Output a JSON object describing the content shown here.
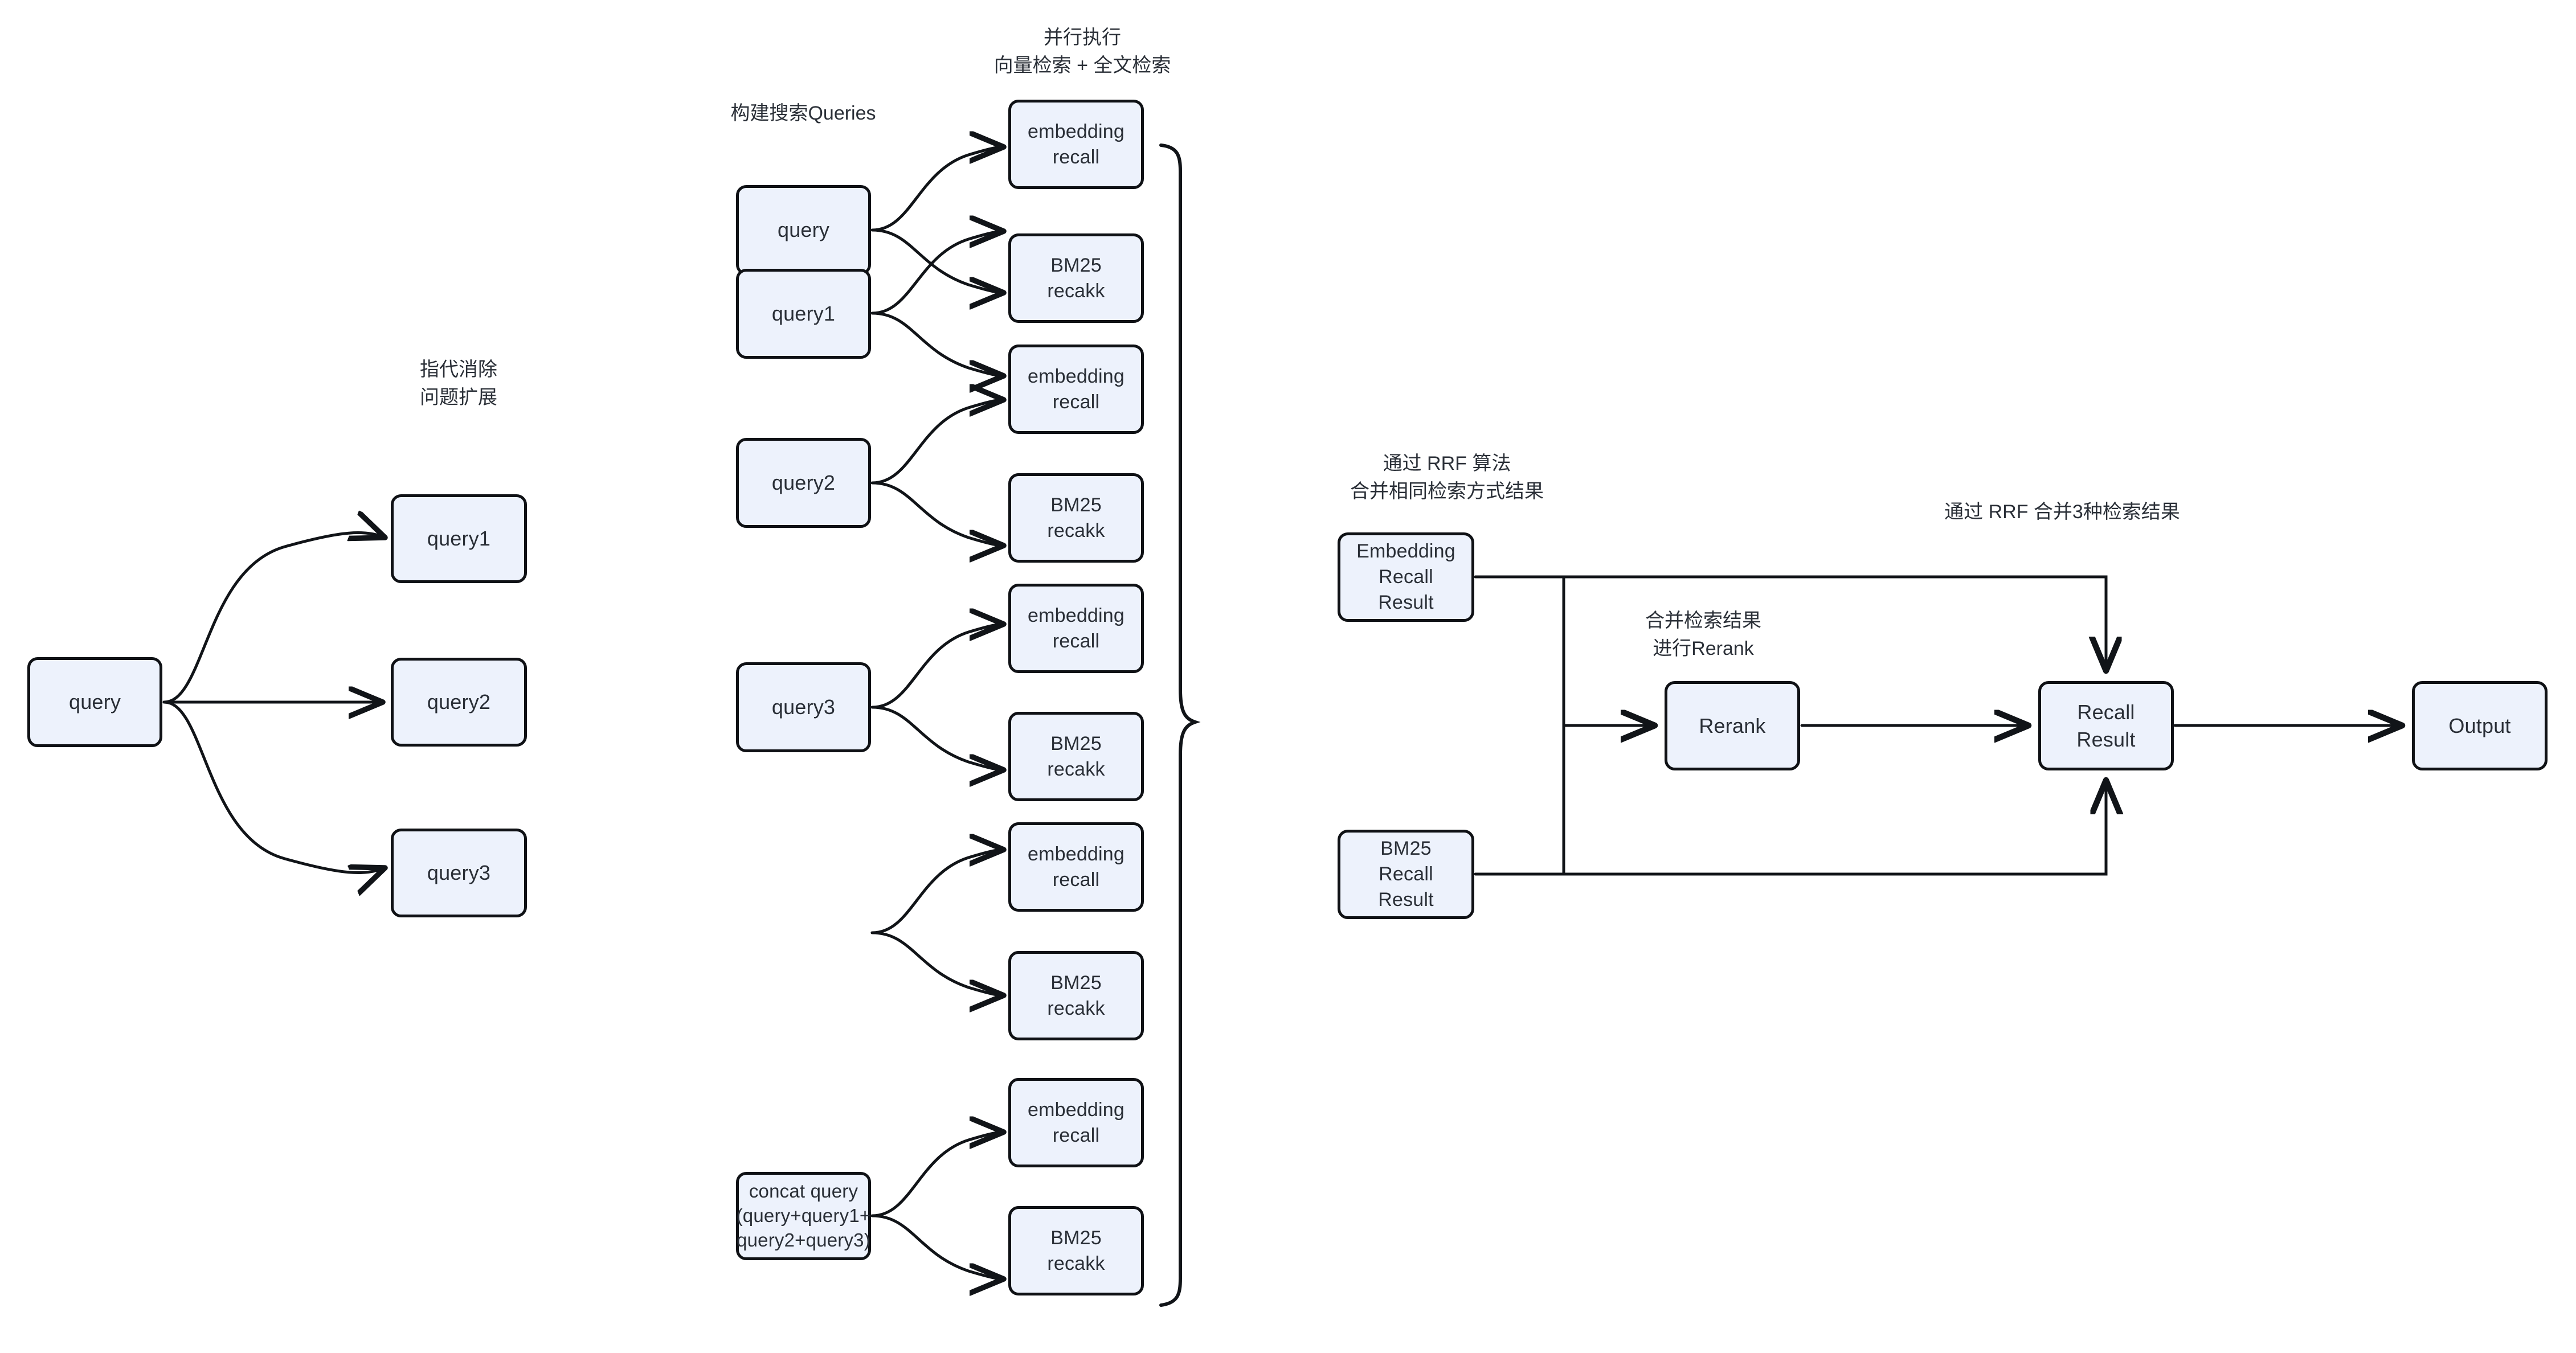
{
  "diagram": {
    "title": "RAG hybrid retrieval pipeline",
    "colors": {
      "node_fill": "#edf2fc",
      "node_stroke": "#0f1115",
      "text": "#2a2f37",
      "background": "#ffffff"
    },
    "labels": [
      {
        "id": "label-rewrite",
        "text": "指代消除\n问题扩展"
      },
      {
        "id": "label-build",
        "text": "构建搜索Queries"
      },
      {
        "id": "label-parallel",
        "text": "并行执行\n向量检索 + 全文检索"
      },
      {
        "id": "label-rrf-same",
        "text": "通过 RRF 算法\n合并相同检索方式结果"
      },
      {
        "id": "label-rerank",
        "text": "合并检索结果\n进行Rerank"
      },
      {
        "id": "label-rrf-three",
        "text": "通过 RRF 合并3种检索结果"
      }
    ],
    "stage1": {
      "source": "query",
      "expansions": [
        "query1",
        "query2",
        "query3"
      ]
    },
    "stage2": {
      "queries": [
        "query",
        "query1",
        "query2",
        "query3",
        "concat query\n(query+query1+\nquery2+query3)"
      ],
      "recalls": [
        {
          "embedding": "embedding\nrecall",
          "bm25": "BM25\nrecakk"
        },
        {
          "embedding": "embedding\nrecall",
          "bm25": "BM25\nrecakk"
        },
        {
          "embedding": "embedding\nrecall",
          "bm25": "BM25\nrecakk"
        },
        {
          "embedding": "embedding\nrecall",
          "bm25": "BM25\nrecakk"
        },
        {
          "embedding": "embedding\nrecall",
          "bm25": "BM25\nrecakk"
        }
      ]
    },
    "stage3": {
      "embedding_result": "Embedding\nRecall\nResult",
      "bm25_result": "BM25\nRecall\nResult",
      "rerank": "Rerank",
      "recall_result": "Recall\nResult",
      "output": "Output"
    }
  }
}
